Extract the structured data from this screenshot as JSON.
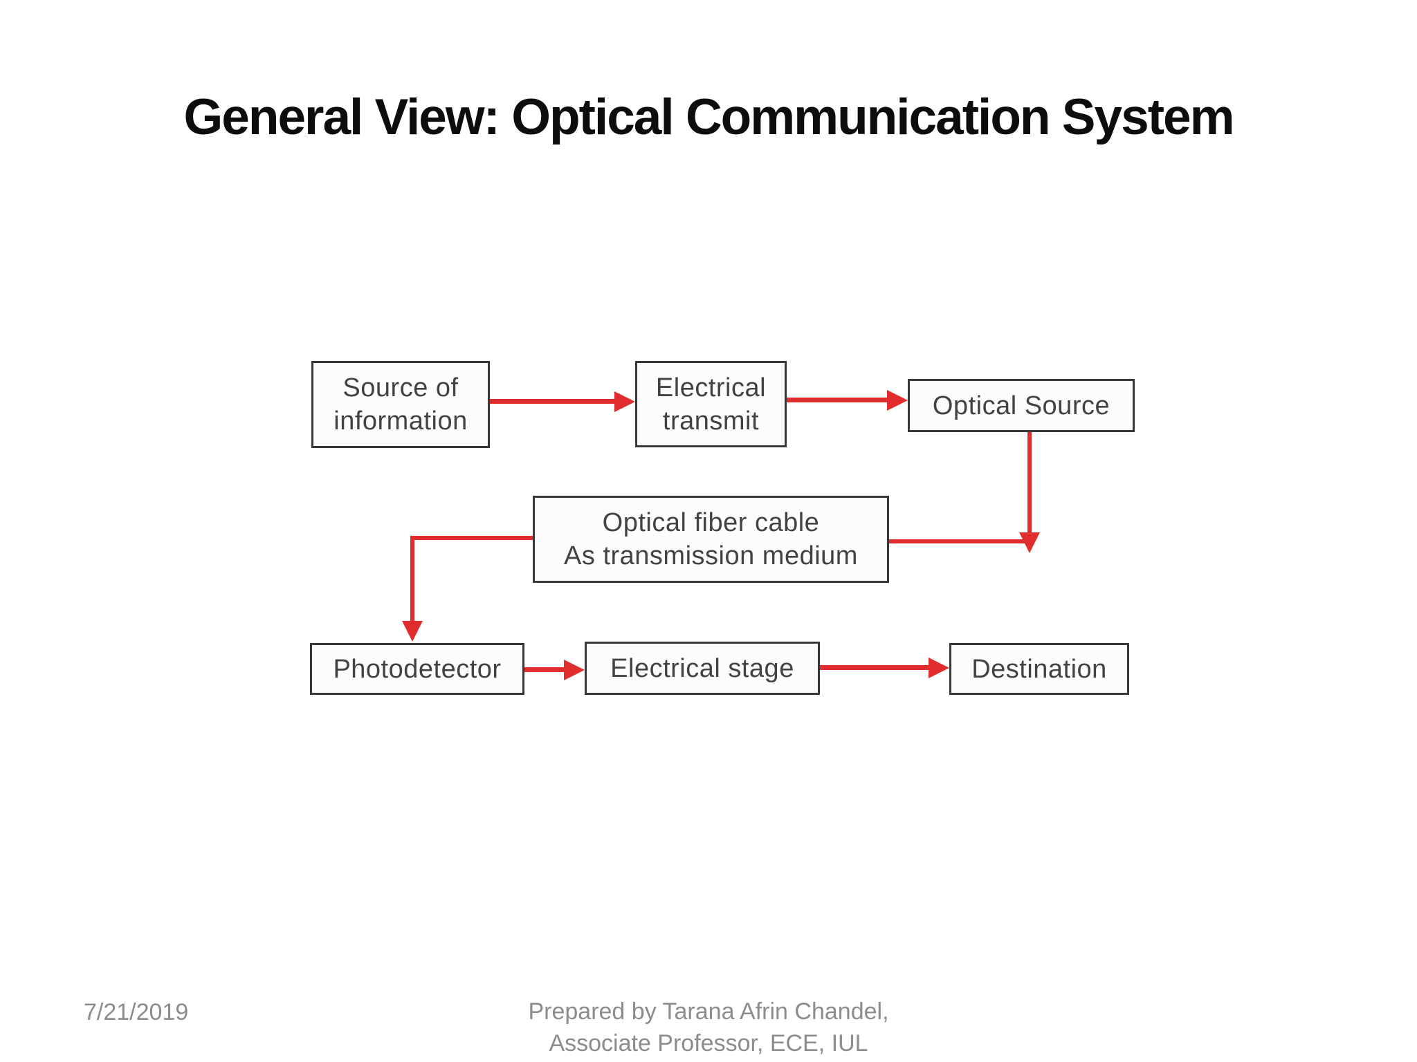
{
  "title": "General View: Optical Communication System",
  "diagram": {
    "type": "flowchart",
    "arrow_color": "#e12d2d",
    "box_border_color": "#383838",
    "box_text_color": "#424242",
    "nodes": {
      "source": {
        "line1": "Source of",
        "line2": "information"
      },
      "electrical_transmit": {
        "line1": "Electrical",
        "line2": "transmit"
      },
      "optical_source": {
        "line1": "Optical Source"
      },
      "fiber": {
        "line1": "Optical fiber cable",
        "line2": "As transmission medium"
      },
      "photodetector": {
        "line1": "Photodetector"
      },
      "electrical_stage": {
        "line1": "Electrical stage"
      },
      "destination": {
        "line1": "Destination"
      }
    },
    "edges": [
      {
        "from": "source",
        "to": "electrical_transmit"
      },
      {
        "from": "electrical_transmit",
        "to": "optical_source"
      },
      {
        "from": "optical_source",
        "to": "fiber"
      },
      {
        "from": "fiber",
        "to": "photodetector"
      },
      {
        "from": "photodetector",
        "to": "electrical_stage"
      },
      {
        "from": "electrical_stage",
        "to": "destination"
      }
    ]
  },
  "footer": {
    "date": "7/21/2019",
    "credit_line1": "Prepared by Tarana Afrin Chandel,",
    "credit_line2": "Associate Professor, ECE, IUL"
  }
}
